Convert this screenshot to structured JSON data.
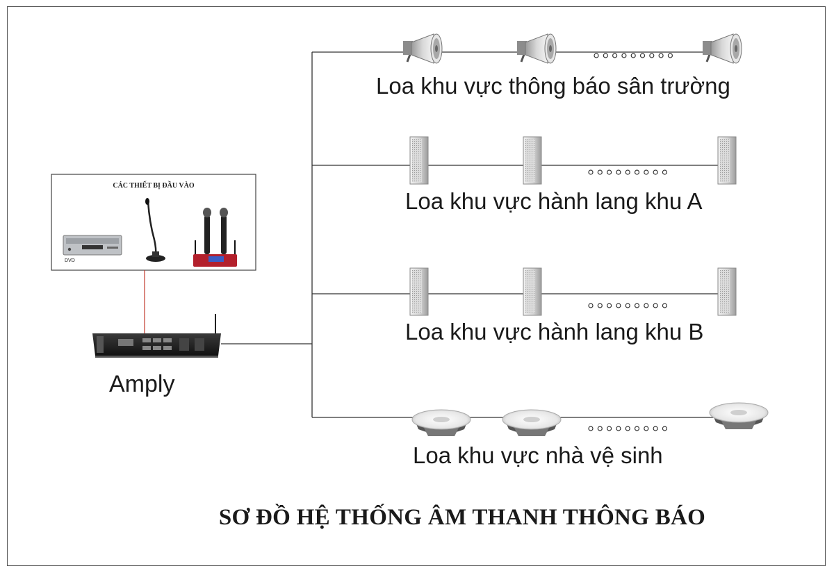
{
  "diagram": {
    "title": "SƠ ĐỒ HỆ THỐNG ÂM THANH THÔNG BÁO",
    "input_box": {
      "title": "CÁC THIẾT BỊ ĐẦU VÀO",
      "devices": [
        {
          "name": "DVD",
          "label": "DVD",
          "icon": "dvd-player-icon"
        },
        {
          "name": "Gooseneck microphone",
          "icon": "gooseneck-mic-icon"
        },
        {
          "name": "Wireless microphones",
          "icon": "wireless-mic-icon"
        }
      ]
    },
    "amplifier": {
      "label": "Amply",
      "icon": "amplifier-icon"
    },
    "zones": [
      {
        "label": "Loa khu vực thông báo sân trường",
        "speaker_icon": "horn-speaker-icon"
      },
      {
        "label": "Loa khu vực hành lang khu A",
        "speaker_icon": "column-speaker-icon"
      },
      {
        "label": "Loa khu vực hành lang khu B",
        "speaker_icon": "column-speaker-icon"
      },
      {
        "label": "Loa khu vực nhà vệ sinh",
        "speaker_icon": "ceiling-speaker-icon"
      }
    ],
    "colors": {
      "line": "#333333",
      "input_link": "#c0392b",
      "text": "#1a1a1a"
    }
  }
}
